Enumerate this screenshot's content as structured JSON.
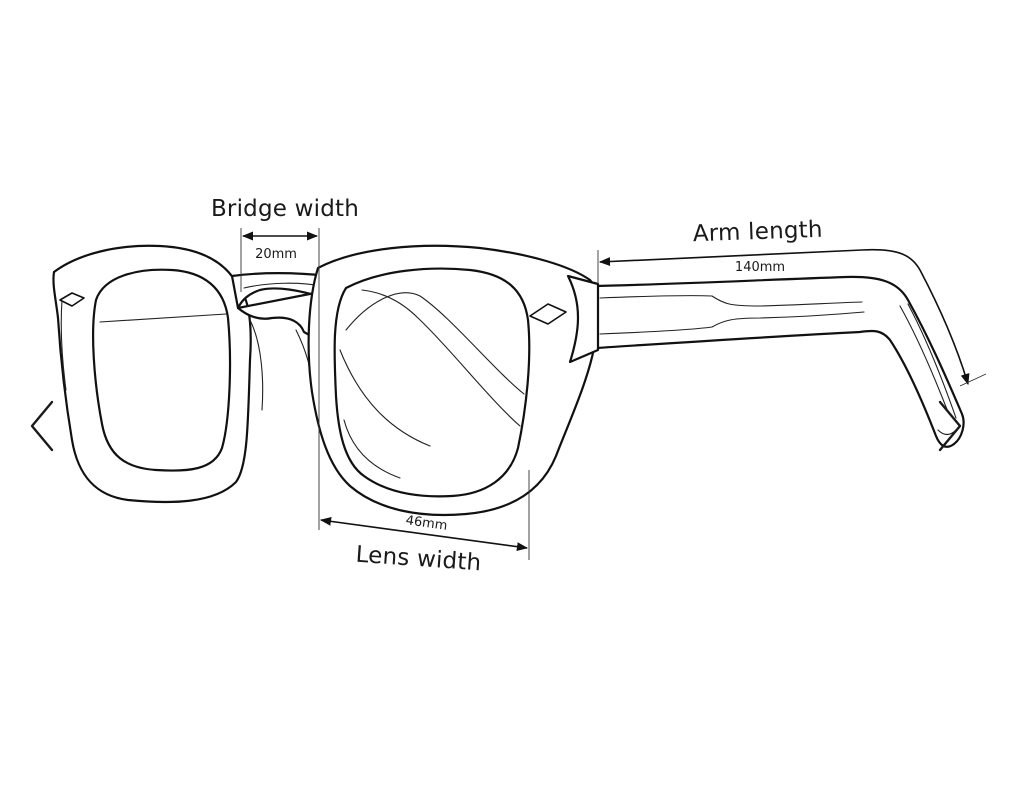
{
  "diagram": {
    "labels": {
      "bridge_width": "Bridge width",
      "bridge_value": "20mm",
      "arm_length": "Arm length",
      "arm_value": "140mm",
      "lens_width": "Lens width",
      "lens_value": "46mm"
    }
  },
  "navigation": {
    "prev_icon": "chevron-left-icon",
    "next_icon": "chevron-right-icon"
  },
  "colors": {
    "line": "#111111",
    "background": "#ffffff"
  }
}
